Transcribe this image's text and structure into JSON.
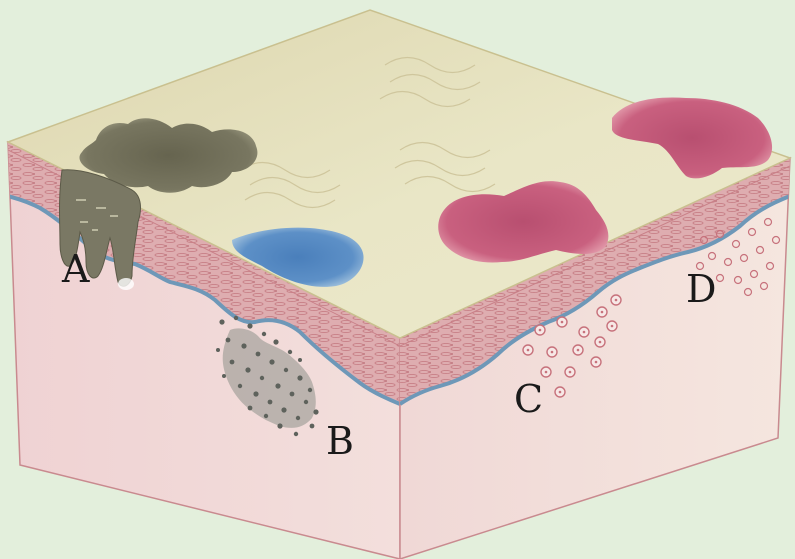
{
  "labels": {
    "a": "A",
    "b": "B",
    "c": "C",
    "d": "D"
  },
  "colors": {
    "background": "#e3efdc",
    "top_surface": "#e6e2bd",
    "dermis_band": "#dca7ab",
    "basement_line": "#6e98b8",
    "subcutis": "#f0d6d6",
    "patch_gray": "#6e6c58",
    "patch_blue": "#4f86bf",
    "patch_red": "#c25d7b"
  }
}
